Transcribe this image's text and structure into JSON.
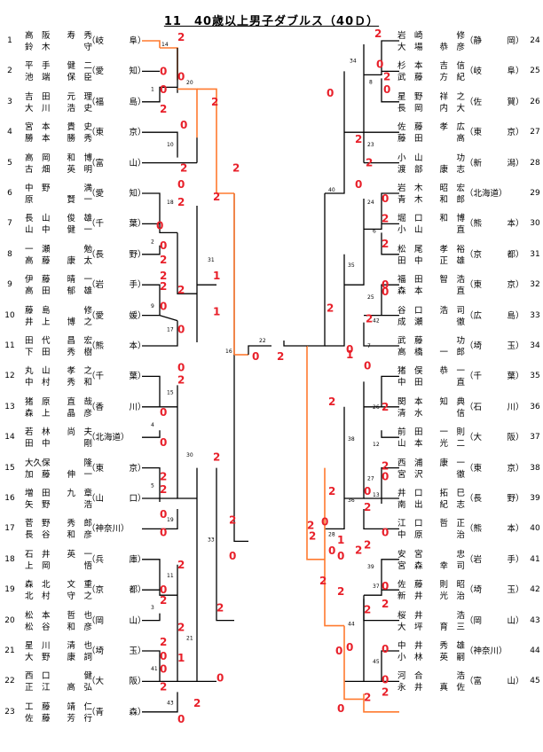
{
  "title": "11　40歳以上男子ダブルス（40Ｄ）",
  "colors": {
    "winner_line": "#ff7a2f",
    "score": "#e8202a",
    "line": "#000000"
  },
  "left_entries": [
    {
      "seed": "1",
      "p1": "高　阪　　寿　秀",
      "p2": "鈴　木　　　　守",
      "pref": "（岐　　　阜）"
    },
    {
      "seed": "2",
      "p1": "平　手　　健　二",
      "p2": "池　端　　保　臣",
      "pref": "（愛　　　知）"
    },
    {
      "seed": "3",
      "p1": "吉　田　　元　理",
      "p2": "大　川　　浩　史",
      "pref": "（福　　　島）"
    },
    {
      "seed": "4",
      "p1": "宮　本　　貴　史",
      "p2": "勝　本　　勝　秀",
      "pref": "（東　　　京）"
    },
    {
      "seed": "5",
      "p1": "高　岡　　和　博",
      "p2": "古　畑　　英　明",
      "pref": "（富　　　山）"
    },
    {
      "seed": "6",
      "p1": "中　野　　　　満",
      "p2": "原　　　　賢　一",
      "pref": "（愛　　　知）"
    },
    {
      "seed": "7",
      "p1": "長　山　　俊　雄",
      "p2": "山　中　　健　一",
      "pref": "（千　　　葉）"
    },
    {
      "seed": "8",
      "p1": "一　瀬　　　　勉",
      "p2": "高　藤　　康　太",
      "pref": "（長　　　野）"
    },
    {
      "seed": "9",
      "p1": "伊　藤　　晴　一",
      "p2": "高　田　　郁　雄",
      "pref": "（岩　　　手）"
    },
    {
      "seed": "10",
      "p1": "藤　島　　　　修",
      "p2": "井　上　　博　之",
      "pref": "（愛　　　媛）"
    },
    {
      "seed": "11",
      "p1": "田　代　　昌　宏",
      "p2": "下　田　　秀　樹",
      "pref": "（熊　　　本）"
    },
    {
      "seed": "12",
      "p1": "丸　山　　孝　之",
      "p2": "中　村　　秀　和",
      "pref": "（千　　　葉）"
    },
    {
      "seed": "13",
      "p1": "猪　原　　直　哉",
      "p2": "森　上　　晶　彦",
      "pref": "（香　　　川）"
    },
    {
      "seed": "14",
      "p1": "若　林　　尚　夫",
      "p2": "田　中　　　　剛",
      "pref": "（北海道）"
    },
    {
      "seed": "15",
      "p1": "大久保　　　　隆",
      "p2": "加　藤　　伸　一",
      "pref": "（東　　　京）"
    },
    {
      "seed": "16",
      "p1": "増　田　　九　章",
      "p2": "矢　野　　　　浩",
      "pref": "（山　　　口）"
    },
    {
      "seed": "17",
      "p1": "菅　野　　秀　郎",
      "p2": "長　谷　　和　彦",
      "pref": "（神奈川）"
    },
    {
      "seed": "18",
      "p1": "石　井　　英　一",
      "p2": "上　岡　　　　悟",
      "pref": "（兵　　　庫）"
    },
    {
      "seed": "19",
      "p1": "森　北　　文　重",
      "p2": "北　村　　守　之",
      "pref": "（京　　　都）"
    },
    {
      "seed": "20",
      "p1": "松　本　　哲　也",
      "p2": "松　谷　　和　彦",
      "pref": "（岡　　　山）"
    },
    {
      "seed": "21",
      "p1": "星　川　　清　也",
      "p2": "大　野　　康　詞",
      "pref": "（埼　　　玉）"
    },
    {
      "seed": "22",
      "p1": "西　口　　　　健",
      "p2": "正　江　　高　弘",
      "pref": "（大　　　阪）"
    },
    {
      "seed": "23",
      "p1": "工　藤　　靖　仁",
      "p2": "佐　藤　　芳　行",
      "pref": "（青　　　森）"
    }
  ],
  "right_entries": [
    {
      "seed": "24",
      "p1": "岩　崎　　　　修",
      "p2": "大　場　　恭　彦",
      "pref": "（静　　　岡）"
    },
    {
      "seed": "25",
      "p1": "杉　本　　吉　信",
      "p2": "武　藤　　方　紀",
      "pref": "（岐　　　阜）"
    },
    {
      "seed": "26",
      "p1": "星　野　　祥　之",
      "p2": "長　岡　　内　大",
      "pref": "（佐　　　賀）"
    },
    {
      "seed": "27",
      "p1": "佐　藤　　孝　広",
      "p2": "藤　田　　　　高",
      "pref": "（東　　　京）"
    },
    {
      "seed": "28",
      "p1": "小　山　　　　功",
      "p2": "渡　部　　康　志",
      "pref": "（新　　　潟）"
    },
    {
      "seed": "29",
      "p1": "岩　木　　昭　宏",
      "p2": "青　木　　和　郎",
      "pref": "（北海道）"
    },
    {
      "seed": "30",
      "p1": "堀　口　　和　博",
      "p2": "小　山　　　　直",
      "pref": "（熊　　　本）"
    },
    {
      "seed": "31",
      "p1": "松　尾　　孝　裕",
      "p2": "田　中　　正　雄",
      "pref": "（京　　　都）"
    },
    {
      "seed": "32",
      "p1": "福　田　　智　浩",
      "p2": "森　本　　　　直",
      "pref": "（東　　　京）"
    },
    {
      "seed": "33",
      "p1": "谷　口　　浩　司",
      "p2": "成　瀬　　　　徹",
      "pref": "（広　　　島）"
    },
    {
      "seed": "34",
      "p1": "武　藤　　　　功",
      "p2": "高　橋　　一　郎",
      "pref": "（埼　　　玉）"
    },
    {
      "seed": "35",
      "p1": "猪　俣　　恭　一",
      "p2": "中　田　　　　直",
      "pref": "（千　　　葉）"
    },
    {
      "seed": "36",
      "p1": "関　本　　知　典",
      "p2": "清　水　　　　信",
      "pref": "（石　　　川）"
    },
    {
      "seed": "37",
      "p1": "前　田　　一　則",
      "p2": "山　本　　光　二",
      "pref": "（大　　　阪）"
    },
    {
      "seed": "38",
      "p1": "西　浦　　康　一",
      "p2": "宮　沢　　　　徹",
      "pref": "（東　　　京）"
    },
    {
      "seed": "39",
      "p1": "井　口　　拓　巳",
      "p2": "南　出　　紀　志",
      "pref": "（長　　　野）"
    },
    {
      "seed": "40",
      "p1": "江　口　　哲　正",
      "p2": "中　原　　　　治",
      "pref": "（熊　　　本）"
    },
    {
      "seed": "41",
      "p1": "安　宮　　　　忠",
      "p2": "宮　森　　幸　司",
      "pref": "（岩　　　手）"
    },
    {
      "seed": "42",
      "p1": "佐　藤　　則　昭",
      "p2": "新　井　　光　治",
      "pref": "（埼　　　玉）"
    },
    {
      "seed": "43",
      "p1": "桜　井　　　　浩",
      "p2": "大　坪　　育　三",
      "pref": "（岡　　　山）"
    },
    {
      "seed": "44",
      "p1": "中　井　　秀　雄",
      "p2": "小　林　　英　嗣",
      "pref": "（神奈川）"
    },
    {
      "seed": "45",
      "p1": "河　合　　　　浩",
      "p2": "永　井　　真　佐",
      "pref": "（富　　　山）"
    }
  ],
  "match_numbers": {
    "m1": "14",
    "m2": "1",
    "m3": "20",
    "m4": "10",
    "m5": "18",
    "m6": "2",
    "m7": "31",
    "m8": "9",
    "m9": "17",
    "m10": "15",
    "m11": "4",
    "m12": "30",
    "m13": "5",
    "m14": "19",
    "m15": "33",
    "m16": "11",
    "m17": "3",
    "m18": "21",
    "m19": "41",
    "m20": "43",
    "m21": "16",
    "m22": "22",
    "m23": "8",
    "m24": "34",
    "m25": "23",
    "m26": "40",
    "m27": "24",
    "m28": "6",
    "m29": "35",
    "m30": "25",
    "m31": "42",
    "m32": "7",
    "m33": "26",
    "m34": "38",
    "m35": "12",
    "m36": "27",
    "m37": "36",
    "m38": "13",
    "m39": "28",
    "m40": "39",
    "m41": "37",
    "m42": "44",
    "m43": "45"
  },
  "scores": {
    "s1a": "2",
    "s1b": "0",
    "s2a": "0",
    "s2b": "2",
    "s3a": "0",
    "s3b": "2",
    "s4a": "2",
    "s4b": "0",
    "s5a": "0",
    "s5b": "2",
    "s6a": "0",
    "s6b": "2",
    "s7a": "0",
    "s7b": "2",
    "s8a": "2",
    "s8b": "0",
    "s9a": "2",
    "s9b": "0",
    "s10a": "0",
    "s10b": "2",
    "s11a": "1",
    "s11b": "2",
    "s12a": "2",
    "s12b": "0",
    "s13a": "0",
    "s13b": "2",
    "s14a": "2",
    "s14b": "0",
    "s15a": "0",
    "s15b": "2",
    "s16a": "0",
    "s16b": "2",
    "s17a": "2",
    "s17b": "1",
    "s18a": "2",
    "s18b": "0",
    "s19a": "2",
    "s19b": "0",
    "s20a": "2",
    "s20b": "0",
    "s21a": "0",
    "s21b": "2",
    "s22a": "1",
    "s22b": "2",
    "s23a": "2",
    "s23b": "0",
    "r1a": "2",
    "r1b": "0",
    "r2a": "2",
    "r2b": "0",
    "r3a": "0",
    "r3b": "2",
    "r4a": "2",
    "r4b": "0",
    "r5a": "0",
    "r5b": "2",
    "r6a": "2",
    "r6b": "0",
    "r7a": "0",
    "r7b": "2",
    "r8a": "2",
    "r8b": "0",
    "r9a": "0",
    "r9b": "2",
    "r10a": "1",
    "r10b": "2",
    "r11a": "2",
    "r11b": "0",
    "r12a": "0",
    "r12b": "2",
    "r13a": "0",
    "r13b": "2",
    "r14a": "2",
    "r14b": "0",
    "r15a": "0",
    "r15b": "2",
    "r16a": "2",
    "r16b": "0",
    "r17a": "0",
    "r17b": "2",
    "r18a": "1",
    "r18b": "2",
    "r19a": "2",
    "r19b": "0",
    "r20a": "0",
    "r20b": "2",
    "r21a": "2",
    "r21b": "0",
    "r22a": "2",
    "r22b": "0",
    "r23a": "0",
    "r23b": "2",
    "fa": "0",
    "fb": "2"
  }
}
